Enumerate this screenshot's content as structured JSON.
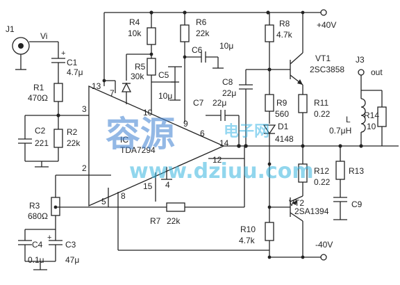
{
  "labels": {
    "j1": "J1",
    "vi": "Vi",
    "c1": "C1",
    "c1v": "4.7μ",
    "r1": "R1",
    "r1v": "470Ω",
    "c2": "C2",
    "c2v": "221",
    "r2": "R2",
    "r2v": "22k",
    "r3": "R3",
    "r3v": "680Ω",
    "c4": "C4",
    "c4v": "0.1μ",
    "c3": "C3",
    "c3v": "47μ",
    "r4": "R4",
    "r4v": "10k",
    "r5": "R5",
    "r5v": "30k",
    "c5": "C5",
    "c5v": "10μ",
    "r6": "R6",
    "r6v": "22k",
    "c6": "C6",
    "c6v": "10μ",
    "c7": "C7",
    "c7v": "22μ",
    "c8": "C8",
    "c8v": "22μ",
    "r8": "R8",
    "r8v": "4.7k",
    "r9": "R9",
    "r9v": "560",
    "d1": "D1",
    "d1v": "4148",
    "r10": "R10",
    "r10v": "4.7k",
    "r11": "R11",
    "r11v": "0.22",
    "r12": "R12",
    "r12v": "0.22",
    "r13": "R13",
    "c9": "C9",
    "r7": "R7",
    "r7v": "22k",
    "vt1": "VT1",
    "vt1v": "2SC3858",
    "vt2": "VT2",
    "vt2v": "2SA1394",
    "j3": "J3",
    "out": "out",
    "l": "L",
    "lv": "0.7μH",
    "r14": "R14",
    "r14v": "10",
    "vplus": "+40V",
    "vminus": "-40V",
    "ic": "IC",
    "icv": "TDA7294",
    "pins": [
      "13",
      "7",
      "3",
      "10",
      "9",
      "6",
      "14",
      "12",
      "2",
      "5",
      "8",
      "15",
      "4"
    ]
  },
  "watermark": {
    "brand": "容源",
    "sub": "电子网",
    "url": "www.dziuu.com"
  }
}
